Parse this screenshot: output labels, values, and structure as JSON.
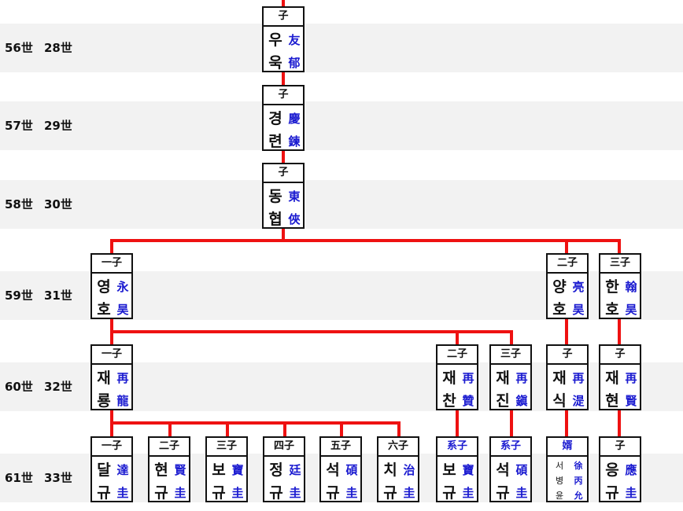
{
  "generations": [
    {
      "a": "56世",
      "b": "28世"
    },
    {
      "a": "57世",
      "b": "29世"
    },
    {
      "a": "58世",
      "b": "30世"
    },
    {
      "a": "59世",
      "b": "31世"
    },
    {
      "a": "60世",
      "b": "32世"
    },
    {
      "a": "61世",
      "b": "33世"
    }
  ],
  "nodes": [
    {
      "rel": "子",
      "ko": [
        "우",
        "욱"
      ],
      "hj": [
        "友",
        "郁"
      ]
    },
    {
      "rel": "子",
      "ko": [
        "경",
        "련"
      ],
      "hj": [
        "慶",
        "鍊"
      ]
    },
    {
      "rel": "子",
      "ko": [
        "동",
        "협"
      ],
      "hj": [
        "東",
        "俠"
      ]
    },
    {
      "rel": "一子",
      "ko": [
        "영",
        "호"
      ],
      "hj": [
        "永",
        "昊"
      ]
    },
    {
      "rel": "二子",
      "ko": [
        "양",
        "호"
      ],
      "hj": [
        "亮",
        "昊"
      ]
    },
    {
      "rel": "三子",
      "ko": [
        "한",
        "호"
      ],
      "hj": [
        "翰",
        "昊"
      ]
    },
    {
      "rel": "一子",
      "ko": [
        "재",
        "룡"
      ],
      "hj": [
        "再",
        "龍"
      ]
    },
    {
      "rel": "二子",
      "ko": [
        "재",
        "찬"
      ],
      "hj": [
        "再",
        "贊"
      ]
    },
    {
      "rel": "三子",
      "ko": [
        "재",
        "진"
      ],
      "hj": [
        "再",
        "鎭"
      ]
    },
    {
      "rel": "子",
      "ko": [
        "재",
        "식"
      ],
      "hj": [
        "再",
        "湜"
      ]
    },
    {
      "rel": "子",
      "ko": [
        "재",
        "현"
      ],
      "hj": [
        "再",
        "賢"
      ]
    },
    {
      "rel": "一子",
      "ko": [
        "달",
        "규"
      ],
      "hj": [
        "達",
        "圭"
      ]
    },
    {
      "rel": "二子",
      "ko": [
        "현",
        "규"
      ],
      "hj": [
        "賢",
        "圭"
      ]
    },
    {
      "rel": "三子",
      "ko": [
        "보",
        "규"
      ],
      "hj": [
        "寶",
        "圭"
      ]
    },
    {
      "rel": "四子",
      "ko": [
        "정",
        "규"
      ],
      "hj": [
        "廷",
        "圭"
      ]
    },
    {
      "rel": "五子",
      "ko": [
        "석",
        "규"
      ],
      "hj": [
        "碩",
        "圭"
      ]
    },
    {
      "rel": "六子",
      "ko": [
        "치",
        "규"
      ],
      "hj": [
        "治",
        "圭"
      ]
    },
    {
      "rel": "系子",
      "ko": [
        "보",
        "규"
      ],
      "hj": [
        "寶",
        "圭"
      ]
    },
    {
      "rel": "系子",
      "ko": [
        "석",
        "규"
      ],
      "hj": [
        "碩",
        "圭"
      ]
    },
    {
      "rel": "婿",
      "ko": [
        "서",
        "병",
        "윤"
      ],
      "hj": [
        "徐",
        "丙",
        "允"
      ]
    },
    {
      "rel": "子",
      "ko": [
        "응",
        "규"
      ],
      "hj": [
        "應",
        "圭"
      ]
    }
  ],
  "colors": {
    "line": "#ee1111",
    "hanja": "#1a1ad0",
    "band": "#f2f2f2"
  }
}
